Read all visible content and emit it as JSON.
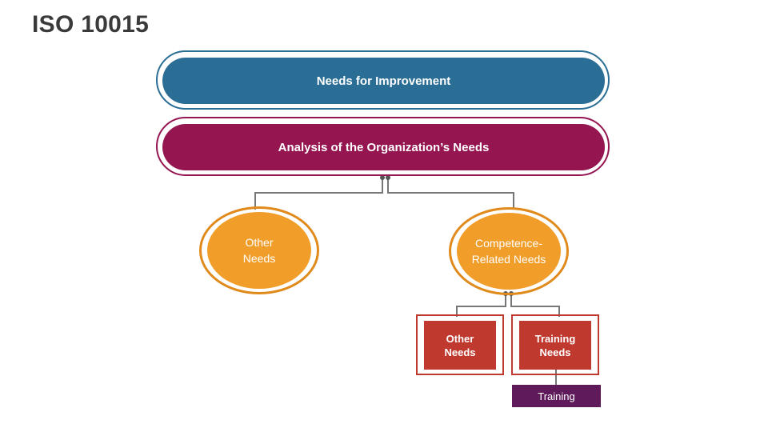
{
  "title": "ISO 10015",
  "levels": {
    "top": "Needs for Improvement",
    "second": "Analysis of the Organization’s Needs"
  },
  "branches": {
    "left": {
      "line1": "Other",
      "line2": "Needs"
    },
    "right": {
      "line1": "Competence-",
      "line2": "Related Needs"
    }
  },
  "sub_branches": {
    "left": {
      "line1": "Other",
      "line2": "Needs"
    },
    "right": {
      "line1": "Training",
      "line2": "Needs"
    }
  },
  "leaf": "Training",
  "colors": {
    "blue": "#2a6d95",
    "maroon": "#951551",
    "orange": "#f19d2a",
    "red": "#c0392f",
    "purple": "#5e1a5b"
  }
}
